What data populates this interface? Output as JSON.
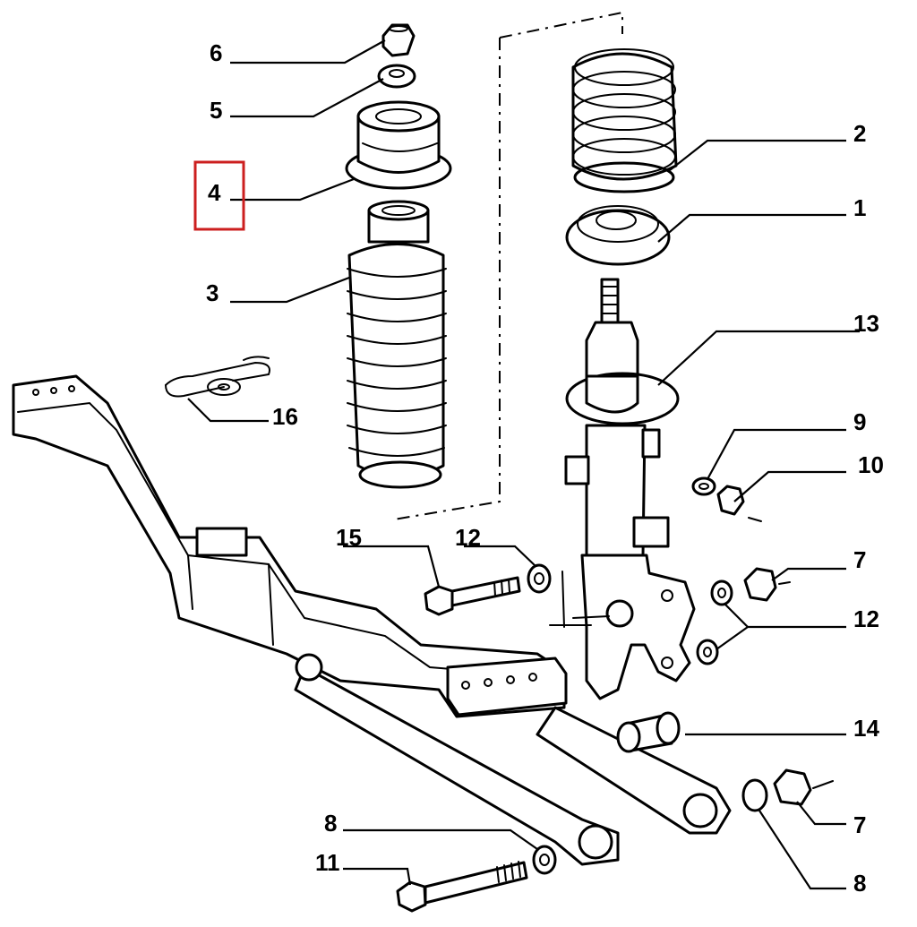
{
  "labels": {
    "l6": "6",
    "l5": "5",
    "l4": "4",
    "l3": "3",
    "l16": "16",
    "l2": "2",
    "l1": "1",
    "l13": "13",
    "l9": "9",
    "l10": "10",
    "l15": "15",
    "l12a": "12",
    "l7a": "7",
    "l12b": "12",
    "l14": "14",
    "l7b": "7",
    "l8a": "8",
    "l11": "11",
    "l8b": "8"
  },
  "highlight": {
    "part": "4",
    "color": "#cc1f1f"
  },
  "colors": {
    "ink": "#000000",
    "paper": "#ffffff"
  }
}
